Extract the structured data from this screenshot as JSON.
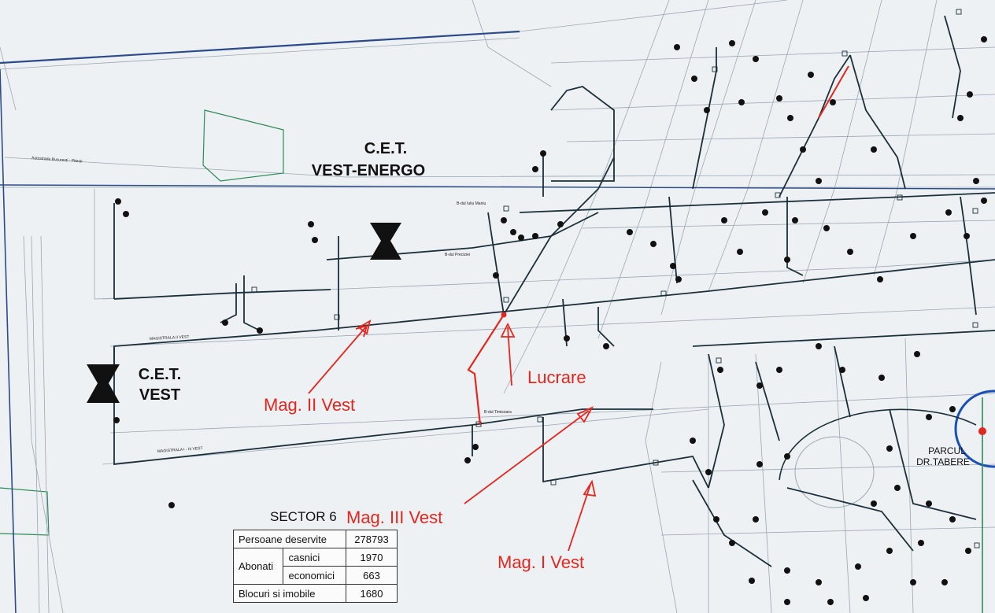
{
  "plants": {
    "cet_vest_energo": {
      "line1": "C.E.T.",
      "line2": "VEST-ENERGO"
    },
    "cet_vest": {
      "line1": "C.E.T.",
      "line2": "VEST"
    }
  },
  "sector": {
    "title": "SECTOR 6"
  },
  "annotations": {
    "mag2": "Mag. II Vest",
    "lucrare": "Lucrare",
    "mag3": "Mag. III Vest",
    "mag1": "Mag. I Vest"
  },
  "park": {
    "line1": "PARCUL",
    "line2": "DR.TABERE"
  },
  "streets": {
    "autostrada": "Autostrada Bucuresti - Pitesti",
    "iuliu_maniu": "B-dul Iuliu Maniu",
    "preciziei": "B-dul Preciziei",
    "timisoara": "B-dul Timisoara",
    "mag1_label": "MAGISTRALA I - III VEST",
    "mag2_label": "MAGISTRALA II VEST"
  },
  "stats": {
    "persoane_label": "Persoane deservite",
    "persoane_value": "278793",
    "abonati_label": "Abonati",
    "casnici_label": "casnici",
    "casnici_value": "1970",
    "economici_label": "economici",
    "economici_value": "663",
    "blocuri_label": "Blocuri si imobile",
    "blocuri_value": "1680"
  },
  "colors": {
    "pipe": "#1b2f3a",
    "street": "#9aa7b4",
    "blue_road": "#2c4a8a",
    "annotation": "#e3261f",
    "green_area": "#2e8b57",
    "ring_blue": "#1a4fb5"
  }
}
